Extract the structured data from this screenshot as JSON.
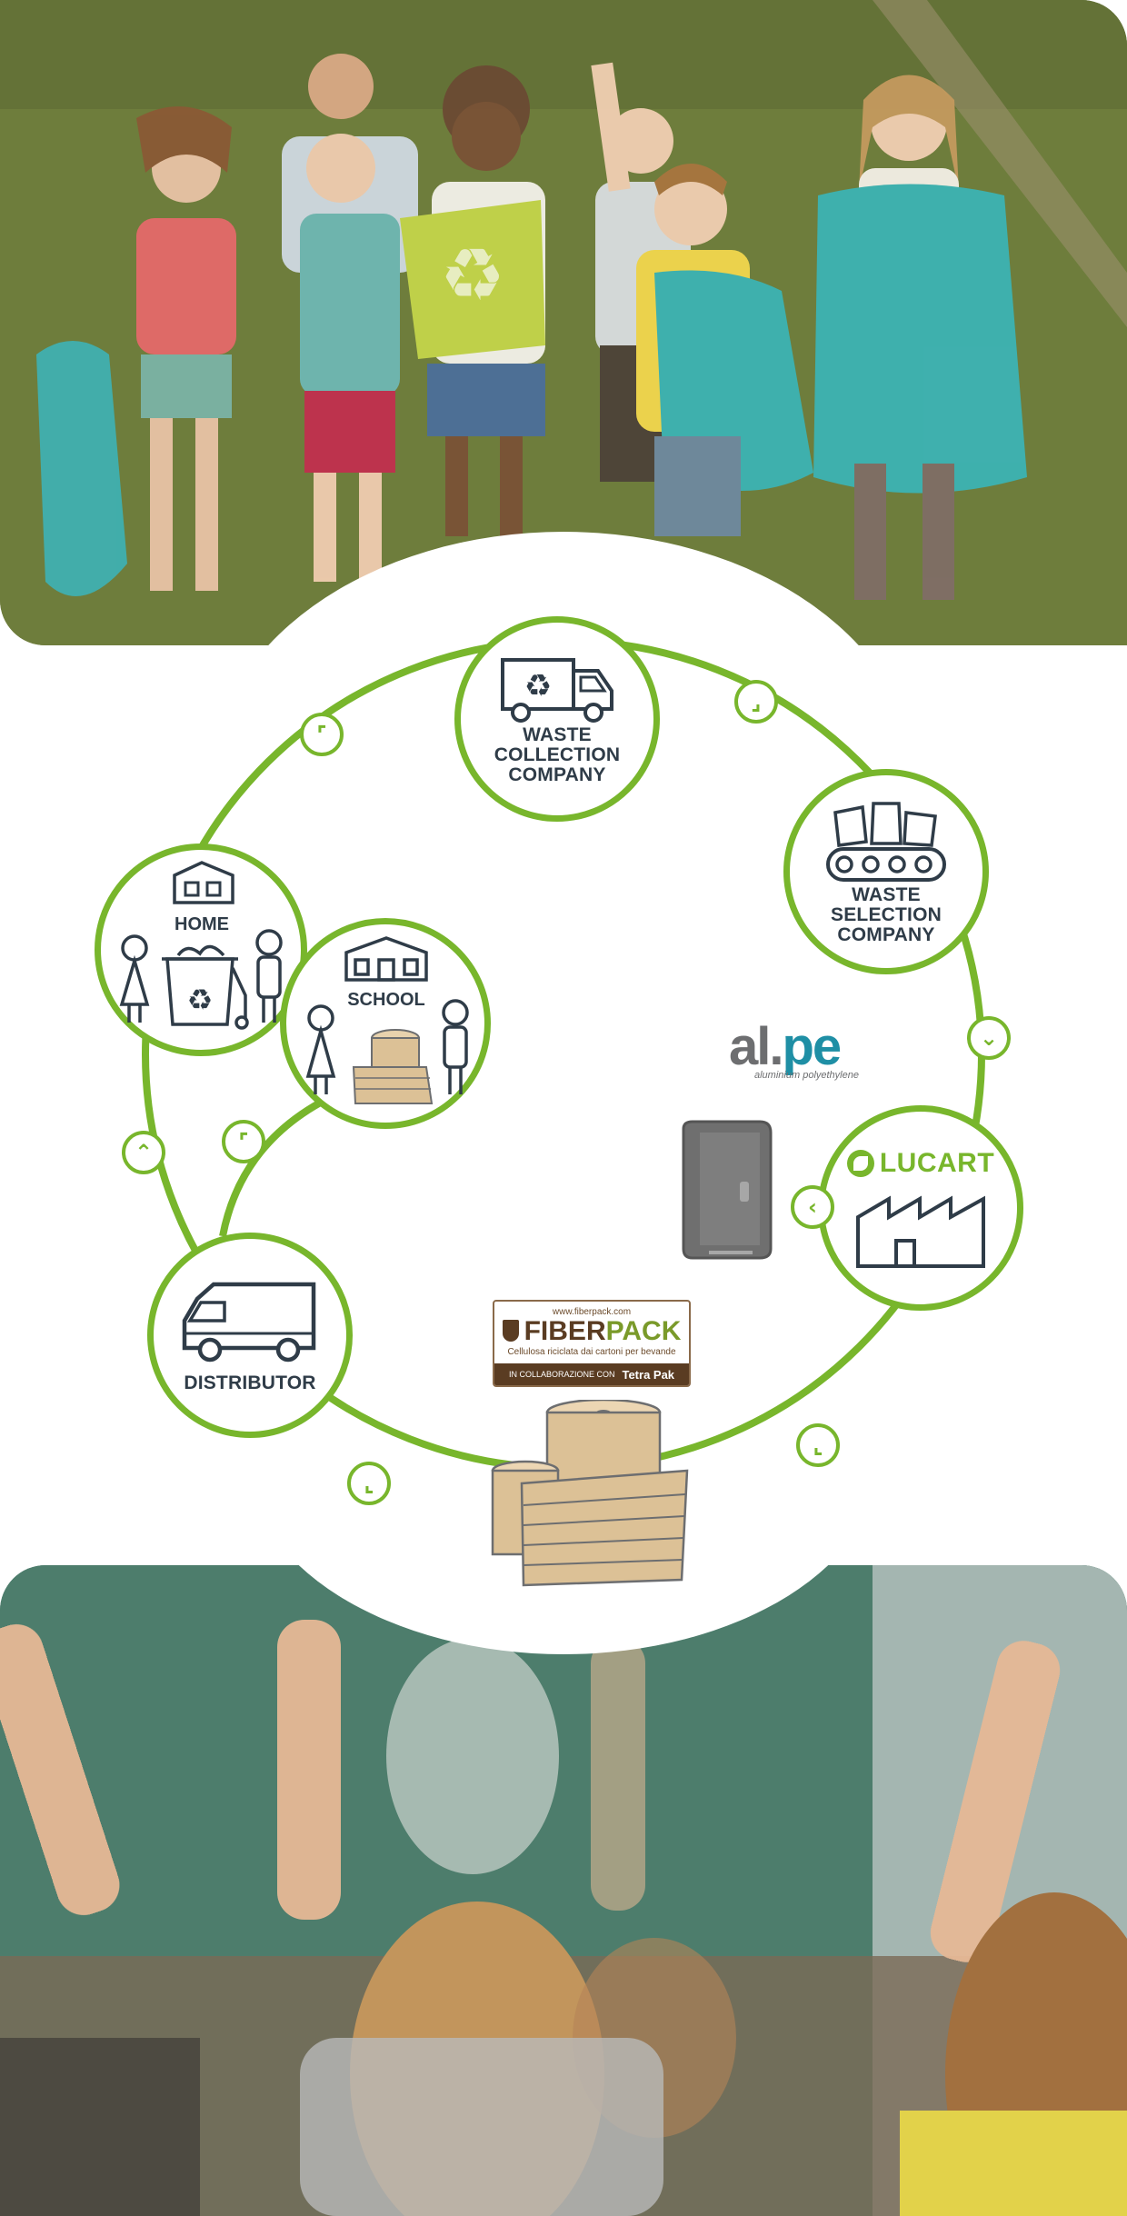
{
  "colors": {
    "ring_green": "#78b62c",
    "ink": "#2f3c48",
    "alpe_grey": "#6d6e70",
    "alpe_blue": "#1f8fa5",
    "fiber_brown": "#5a3c22",
    "fiber_green": "#7a9a2a"
  },
  "photos": {
    "top": {
      "icon": "children-recycling-photo"
    },
    "bottom": {
      "icon": "classroom-raised-hands-photo"
    }
  },
  "nodes": {
    "waste_collection": {
      "label_lines": [
        "WASTE",
        "COLLECTION",
        "COMPANY"
      ],
      "icon": "recycling-truck-icon"
    },
    "waste_selection": {
      "label_lines": [
        "WASTE",
        "SELECTION",
        "COMPANY"
      ],
      "icon": "conveyor-belt-icon"
    },
    "lucart": {
      "brand": "LUCART",
      "icon": "factory-icon"
    },
    "distributor": {
      "label": "DISTRIBUTOR",
      "icon": "delivery-van-icon"
    },
    "home": {
      "label": "HOME",
      "icon": "house-icon"
    },
    "school": {
      "label": "SCHOOL",
      "icon": "school-building-icon"
    }
  },
  "brands": {
    "alpe": {
      "word_a": "al.",
      "word_b": "pe",
      "sub_a": "aluminium",
      "sub_b": "polyethylene"
    },
    "fiberpack": {
      "url": "www.fiberpack.com",
      "name_a": "FIBER",
      "name_b": "PACK",
      "tagline": "Cellulosa riciclata dai cartoni per bevande",
      "collab": "IN COLLABORAZIONE CON",
      "partner": "Tetra Pak"
    }
  },
  "arrows": [
    {
      "name": "arrow-collection-to-selection",
      "glyph": "⌟"
    },
    {
      "name": "arrow-selection-to-lucart",
      "glyph": "⌄"
    },
    {
      "name": "arrow-lucart-in",
      "glyph": "‹"
    },
    {
      "name": "arrow-lucart-to-product",
      "glyph": "⌞"
    },
    {
      "name": "arrow-product-to-distributor",
      "glyph": "⌞"
    },
    {
      "name": "arrow-distributor-to-school",
      "glyph": "⌃"
    },
    {
      "name": "arrow-school-inner",
      "glyph": "⌜"
    },
    {
      "name": "arrow-home-to-collection",
      "glyph": "⌜"
    }
  ]
}
